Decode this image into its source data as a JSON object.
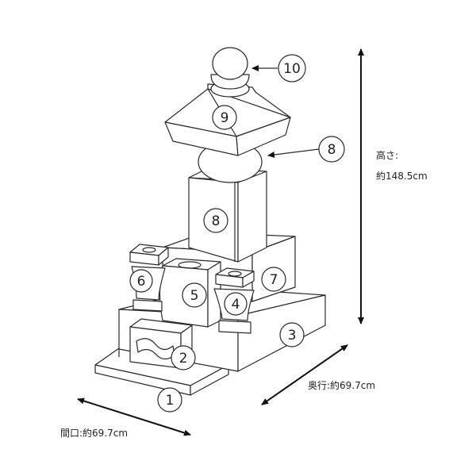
{
  "parts": [
    "1",
    "2",
    "3",
    "4",
    "5",
    "6",
    "7",
    "8",
    "8",
    "9",
    "10"
  ],
  "dimensions": {
    "height_label": "高さ:",
    "height_value": "約148.5cm",
    "depth": "奥行:約69.7cm",
    "width": "間口:約69.7cm"
  },
  "colors": {
    "line": "#2a2a2a",
    "background": "#ffffff"
  }
}
